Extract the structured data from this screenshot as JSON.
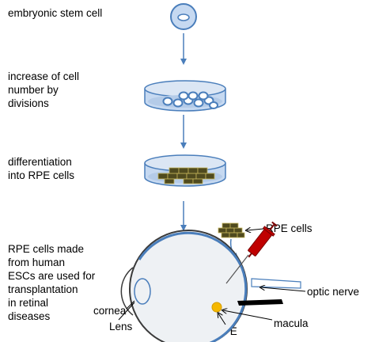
{
  "steps": {
    "step1": "embryonic stem cell",
    "step2": "increase of cell\nnumber by\ndivisions",
    "step3": "differentiation\ninto RPE cells",
    "step4": "RPE cells made\nfrom human\nESCs are used for\ntransplantation\nin retinal\ndiseases"
  },
  "labels": {
    "rpe_cells": "RPE cells",
    "optic_nerve": "optic nerve",
    "cornea": "cornea",
    "lens": "Lens",
    "macula": "macula",
    "rpe": "RPE"
  },
  "colors": {
    "arrow": "#4a7ebb",
    "dish_fill": "#c6d9f1",
    "dish_stroke": "#4a7ebb",
    "rpe_cell": "#4f4a1e",
    "syringe": "#c00000",
    "macula": "#f5b800",
    "eye_fill": "#f2f2f2"
  }
}
